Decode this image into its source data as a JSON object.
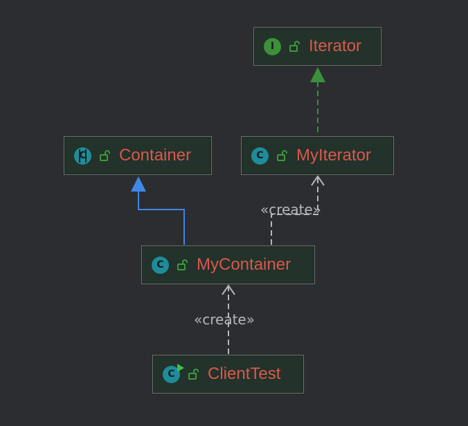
{
  "diagram": {
    "nodes": {
      "iterator": {
        "name": "Iterator",
        "kind": "interface",
        "badge": "I"
      },
      "container": {
        "name": "Container",
        "kind": "abstract-class",
        "badge": "C"
      },
      "myiterator": {
        "name": "MyIterator",
        "kind": "class",
        "badge": "C"
      },
      "mycontainer": {
        "name": "MyContainer",
        "kind": "class",
        "badge": "C"
      },
      "clienttest": {
        "name": "ClientTest",
        "kind": "runnable-class",
        "badge": "C"
      }
    },
    "edges": [
      {
        "from": "MyIterator",
        "to": "Iterator",
        "type": "implements"
      },
      {
        "from": "MyContainer",
        "to": "Container",
        "type": "extends"
      },
      {
        "from": "MyContainer",
        "to": "MyIterator",
        "type": "create",
        "label": "«create»"
      },
      {
        "from": "ClientTest",
        "to": "MyContainer",
        "type": "create",
        "label": "«create»"
      }
    ],
    "labels": {
      "create_1": "«create»",
      "create_2": "«create»"
    },
    "colors": {
      "background": "#2b2d30",
      "node_fill": "#23322a",
      "node_border": "#6b7370",
      "label_text": "#d9584d",
      "implements_edge": "#3d8f3b",
      "extends_edge": "#3f88e8",
      "dependency_edge": "#b5b8ba",
      "class_badge": "#1e8c9a",
      "interface_badge": "#3d8f3b"
    },
    "icons": {
      "access": "unlocked-padlock-icon",
      "class": "class-c-icon",
      "interface": "interface-i-icon",
      "run": "run-triangle-icon"
    }
  }
}
